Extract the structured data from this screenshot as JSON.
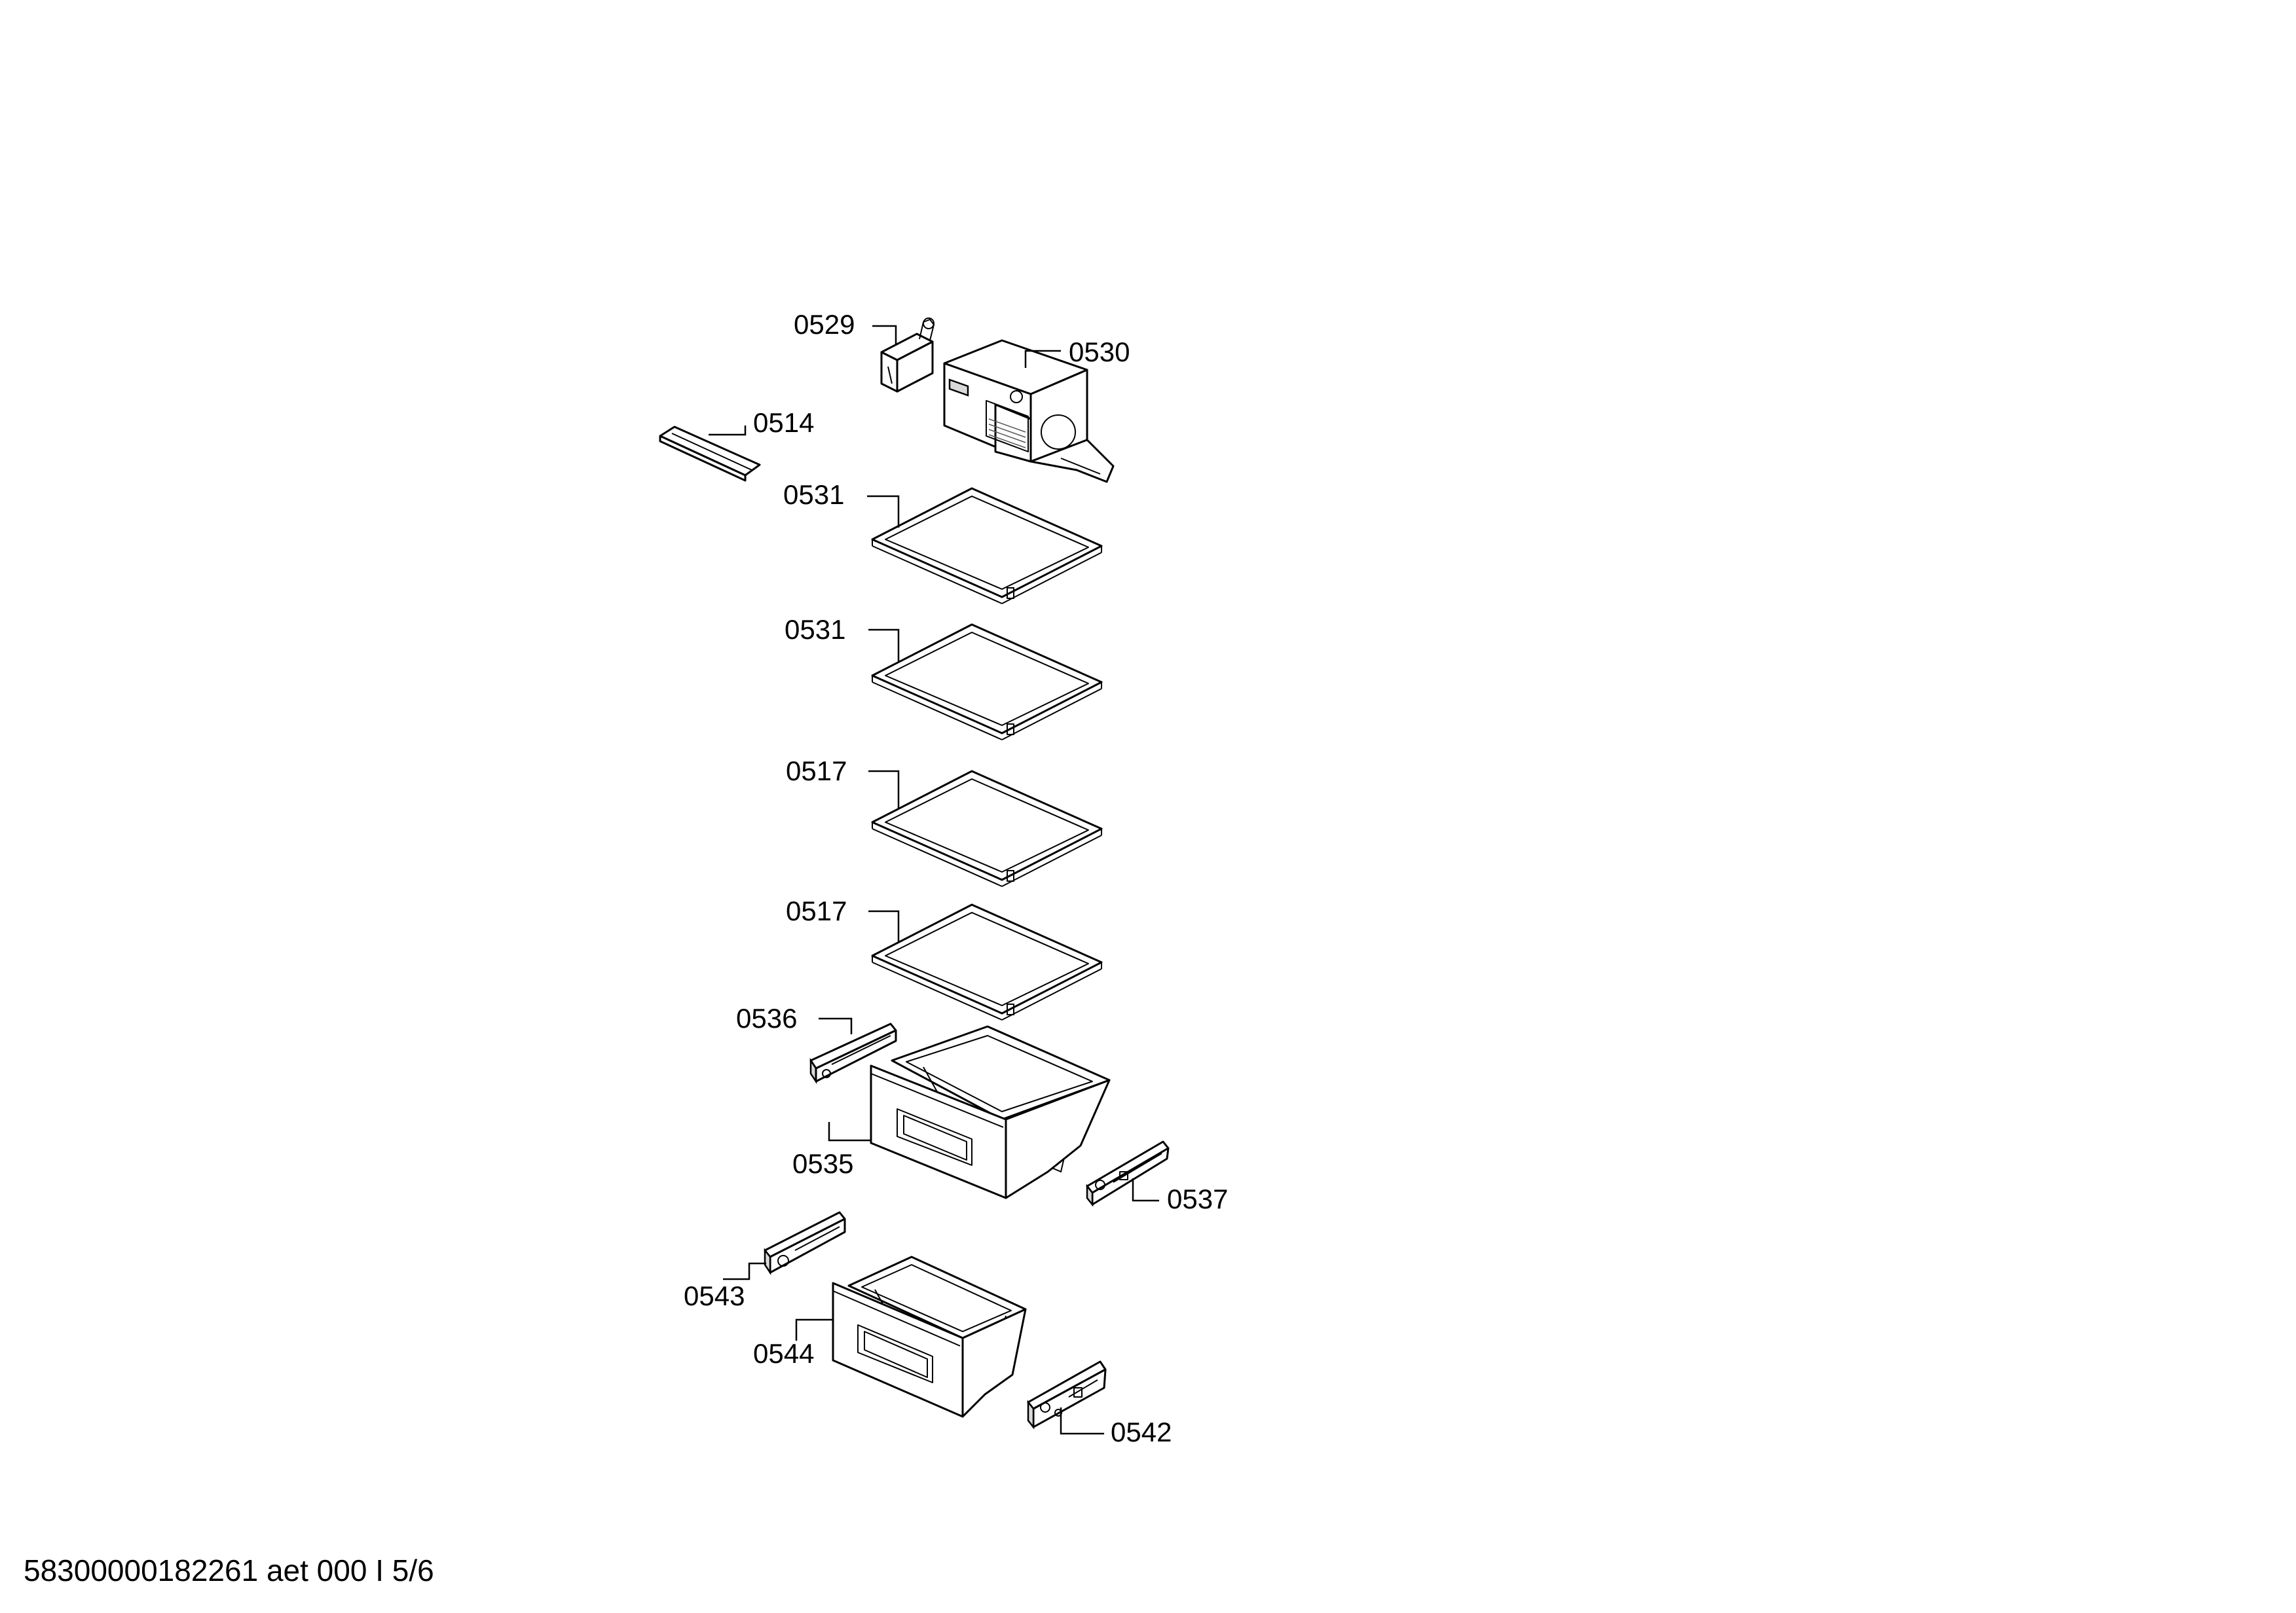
{
  "parts": [
    {
      "id": "0529",
      "label": "0529"
    },
    {
      "id": "0530",
      "label": "0530"
    },
    {
      "id": "0514",
      "label": "0514"
    },
    {
      "id": "0531a",
      "label": "0531"
    },
    {
      "id": "0531b",
      "label": "0531"
    },
    {
      "id": "0517a",
      "label": "0517"
    },
    {
      "id": "0517b",
      "label": "0517"
    },
    {
      "id": "0536",
      "label": "0536"
    },
    {
      "id": "0535",
      "label": "0535"
    },
    {
      "id": "0537",
      "label": "0537"
    },
    {
      "id": "0543",
      "label": "0543"
    },
    {
      "id": "0544",
      "label": "0544"
    },
    {
      "id": "0542",
      "label": "0542"
    }
  ],
  "footer": {
    "document_id": "58300000182261 aet 000 I 5/6"
  },
  "colors": {
    "line": "#000000",
    "background": "#ffffff"
  }
}
